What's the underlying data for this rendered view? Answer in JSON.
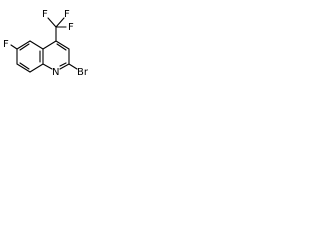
{
  "molecule": {
    "atoms": {
      "fluorine_ring": "F",
      "nitrogen": "N",
      "bromine": "Br",
      "cf3_f_top_left": "F",
      "cf3_f_top_right": "F",
      "cf3_f_right": "F"
    }
  }
}
